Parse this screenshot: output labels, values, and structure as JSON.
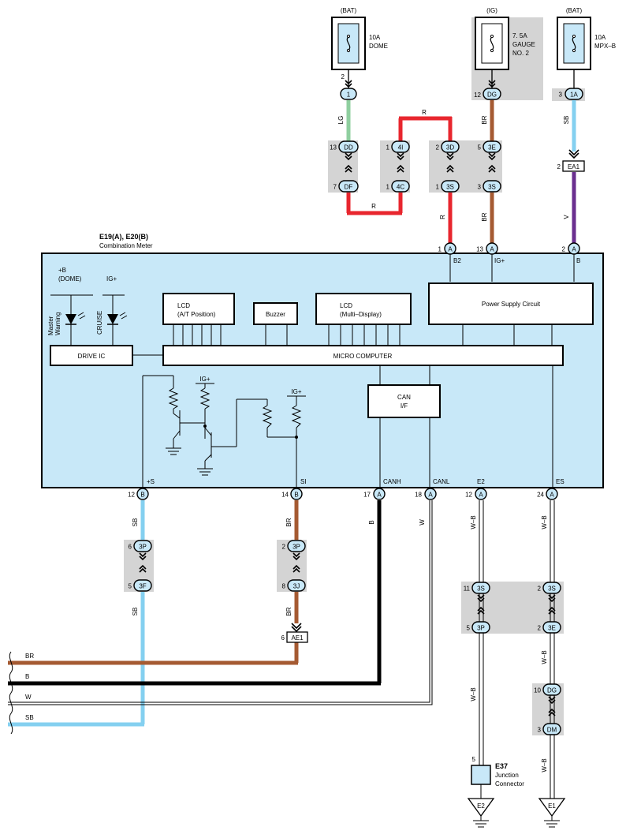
{
  "power_sources": [
    {
      "supply": "(BAT)",
      "fuse": "10A",
      "name": "DOME",
      "pin": "2"
    },
    {
      "supply": "(IG)",
      "fuse": "7. 5A",
      "name": "GAUGE",
      "name2": "NO. 2",
      "pin": "12"
    },
    {
      "supply": "(BAT)",
      "fuse": "10A",
      "name": "MPX–B",
      "pin": "3"
    }
  ],
  "upper_connectors": {
    "c1": "1",
    "dd": "DD",
    "df": "DF",
    "i4": "4I",
    "c4": "4C",
    "d3": "3D",
    "s3": "3S",
    "dg": "DG",
    "e3": "3E",
    "s3b": "3S",
    "a1": "1A",
    "ea1": "EA1"
  },
  "upper_pins": {
    "dd": "13",
    "df": "7",
    "i4": "1",
    "c4": "1",
    "d3": "2",
    "s3": "1",
    "e3": "5",
    "s3b": "3",
    "ea1": "2"
  },
  "wire_colors": {
    "lg": "LG",
    "r_top": "R",
    "r_bottom": "R",
    "r_right": "R",
    "br_upper": "BR",
    "br_lower": "BR",
    "sb_upper": "SB",
    "v": "V",
    "sb_left": "SB",
    "sb_left2": "SB",
    "br_si": "BR",
    "br_si2": "BR",
    "b_canh": "B",
    "w_canl": "W",
    "wb_e2": "W–B",
    "wb_e2b": "W–B",
    "wb_es": "W–B",
    "wb_es2": "W–B",
    "wb_es3": "W–B"
  },
  "meter": {
    "title": "E19(A), E20(B)",
    "subtitle": "Combination Meter",
    "top_pins": [
      {
        "num": "1",
        "conn": "A",
        "label": "B2"
      },
      {
        "num": "13",
        "conn": "A",
        "label": "IG+"
      },
      {
        "num": "2",
        "conn": "A",
        "label": "B"
      }
    ],
    "dome_label": "+B",
    "dome_label2": "(DOME)",
    "ig_label": "IG+",
    "master_warning": "Master",
    "master_warning2": "Warning",
    "cruise": "CRUISE",
    "lcd_at": "LCD",
    "lcd_at2": "(A/T Position)",
    "buzzer": "Buzzer",
    "lcd_multi": "LCD",
    "lcd_multi2": "(Multi–Display)",
    "power_supply": "Power Supply Circuit",
    "drive_ic": "DRIVE IC",
    "micro": "MICRO COMPUTER",
    "can": "CAN",
    "can2": "I/F",
    "ig_tr": "IG+",
    "ig_si": "IG+",
    "bottom_pins": [
      {
        "num": "12",
        "conn": "B",
        "label": "+S"
      },
      {
        "num": "14",
        "conn": "B",
        "label": "SI"
      },
      {
        "num": "17",
        "conn": "A",
        "label": "CANH"
      },
      {
        "num": "18",
        "conn": "A",
        "label": "CANL"
      },
      {
        "num": "12",
        "conn": "A",
        "label": "E2"
      },
      {
        "num": "24",
        "conn": "A",
        "label": "ES"
      }
    ]
  },
  "lower_connectors": {
    "p3": "3P",
    "f3": "3F",
    "p3b": "3P",
    "j3": "3J",
    "ae1": "AE1",
    "s3": "3S",
    "p3c": "3P",
    "s3d": "3S",
    "e3": "3E",
    "dg": "DG",
    "dm": "DM"
  },
  "lower_pins": {
    "p3": "6",
    "f3": "5",
    "p3b": "2",
    "j3": "8",
    "ae1": "6",
    "s3": "11",
    "p3c": "5",
    "s3d": "2",
    "e3": "2",
    "dg": "10",
    "dm": "3"
  },
  "bus_lines": [
    "BR",
    "B",
    "W",
    "SB"
  ],
  "junction": {
    "id": "E37",
    "name": "Junction",
    "name2": "Connector",
    "pin": "5"
  },
  "grounds": [
    "E2",
    "E1"
  ],
  "colors": {
    "light_green": "#8fcf9f",
    "red": "#e8262e",
    "brown": "#a55a32",
    "sky_blue": "#84d0f0",
    "violet": "#6a2f8f",
    "black": "#000000",
    "meter_fill": "#c8e8f8",
    "connector_grey": "#d4d4d4"
  }
}
